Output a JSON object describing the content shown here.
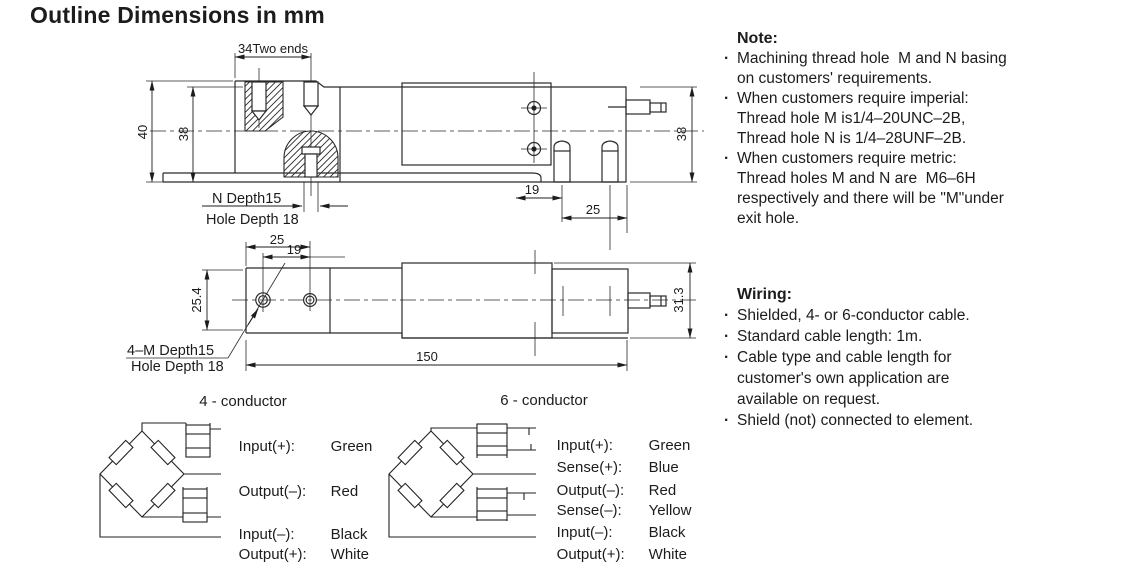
{
  "title": "Outline Dimensions in mm",
  "top_view": {
    "dim_two_ends": "34Two ends",
    "dim_height_outer": "40",
    "dim_height_inner": "38",
    "dim_height_right": "38",
    "dim_stud_offset": "19",
    "dim_stud_spacing": "25",
    "label_n_depth": "N  Depth15",
    "label_hole_depth": "Hole Depth 18"
  },
  "side_view": {
    "dim_hole_edge": "25",
    "dim_hole_spacing": "19",
    "dim_height_left": "25.4",
    "dim_height_right": "31.3",
    "dim_length": "150",
    "label_m_depth": "4–M Depth15",
    "label_hole_depth": "Hole Depth 18"
  },
  "note": {
    "heading": "Note:",
    "lines": [
      "Machining thread hole  M and N basing",
      "on customers' requirements.",
      "When customers require imperial:",
      "Thread hole M is1/4–20UNC–2B,",
      "Thread hole N is 1/4–28UNF–2B.",
      "When customers require metric:",
      "Thread holes M and N are  M6–6H",
      "respectively and there will be \"M\"under",
      "exit hole."
    ]
  },
  "wiring": {
    "heading": "Wiring:",
    "lines": [
      "Shielded, 4- or 6-conductor cable.",
      "Standard cable length: 1m.",
      "Cable type and cable length for",
      "customer's own application are",
      "available on request.",
      "Shield (not) connected to element."
    ]
  },
  "four_conductor": {
    "title": "4 - conductor",
    "pins": [
      {
        "label": "Input(+):",
        "color": "Green"
      },
      {
        "label": "Output(–):",
        "color": "Red"
      },
      {
        "label": "Input(–):",
        "color": "Black"
      },
      {
        "label": "Output(+):",
        "color": "White"
      }
    ]
  },
  "six_conductor": {
    "title": "6 - conductor",
    "pins": [
      {
        "label": "Input(+):",
        "color": "Green"
      },
      {
        "label": "Sense(+):",
        "color": "Blue"
      },
      {
        "label": "Output(–):",
        "color": "Red"
      },
      {
        "label": "Sense(–):",
        "color": "Yellow"
      },
      {
        "label": "Input(–):",
        "color": "Black"
      },
      {
        "label": "Output(+):",
        "color": "White"
      }
    ]
  },
  "colors": {
    "ink": "#1c1c1c",
    "line": "#2a2a2a",
    "background": "#ffffff"
  }
}
